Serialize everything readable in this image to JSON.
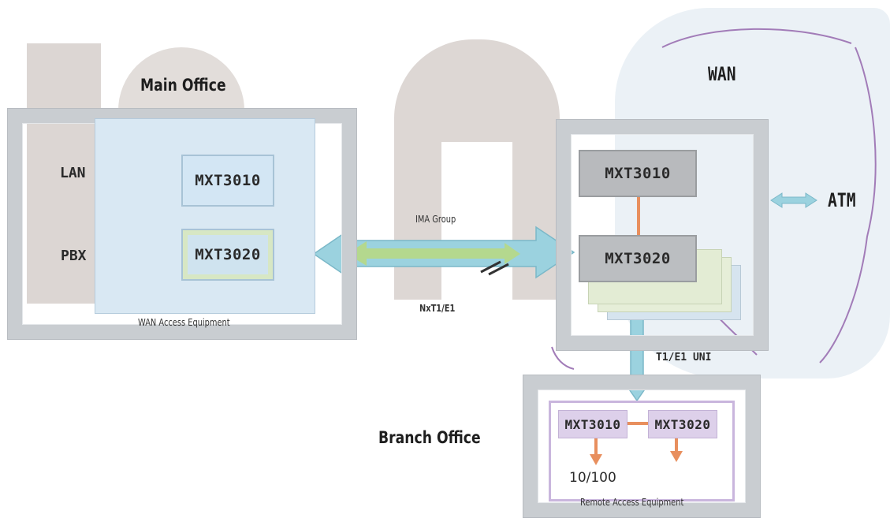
{
  "diagram": {
    "main_office": {
      "title": "Main Office",
      "lan": "LAN",
      "pbx": "PBX",
      "device_top": "MXT3010",
      "device_bottom": "MXT3020",
      "caption": "WAN Access Equipment"
    },
    "link": {
      "top_label": "IMA Group",
      "bottom_label": "NxT1/E1"
    },
    "wan": {
      "title": "WAN",
      "atm": "ATM",
      "device_top": "MXT3010",
      "device_bottom": "MXT3020",
      "uni_label": "T1/E1 UNI"
    },
    "branch_office": {
      "title": "Branch Office",
      "device_left": "MXT3010",
      "device_right": "MXT3020",
      "ethernet": "10/100",
      "caption": "Remote Access Equipment"
    },
    "colors": {
      "frame": "#c9cdd1",
      "device_blue": "#cfe4f3",
      "device_gray": "#b4b7ba",
      "branch_purple": "#ddd0ea",
      "connector_orange": "#e88f5e",
      "arrow_cyan": "#8fd1e0",
      "arrow_green": "#a9d38a",
      "wan_cloud": "#e6edf4",
      "watermark": "#dcd6d3"
    }
  }
}
